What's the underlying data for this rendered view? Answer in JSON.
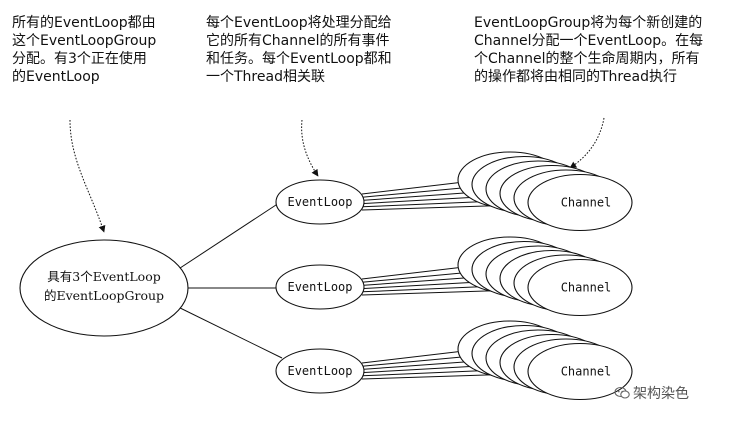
{
  "notes": {
    "group_allocation": "所有的EventLoop都由\n这个EventLoopGroup\n分配。有3个正在使用\n的EventLoop",
    "loop_handles": "每个EventLoop将处理分配给\n它的所有Channel的所有事件\n和任务。每个EventLoop都和\n一个Thread相关联",
    "channel_thread": "EventLoopGroup将为每个新创建的\nChannel分配一个EventLoop。在每\n个Channel的整个生命周期内，所有\n的操作都将由相同的Thread执行"
  },
  "group": {
    "line1": "具有3个EventLoop",
    "line2": "的EventLoopGroup"
  },
  "event_loops": [
    {
      "label": "EventLoop",
      "channel_label": "Channel",
      "channel_count": 6
    },
    {
      "label": "EventLoop",
      "channel_label": "Channel",
      "channel_count": 6
    },
    {
      "label": "EventLoop",
      "channel_label": "Channel",
      "channel_count": 6
    }
  ],
  "watermark": {
    "text": "架构染色",
    "icon": "chat-bubble-icon"
  }
}
